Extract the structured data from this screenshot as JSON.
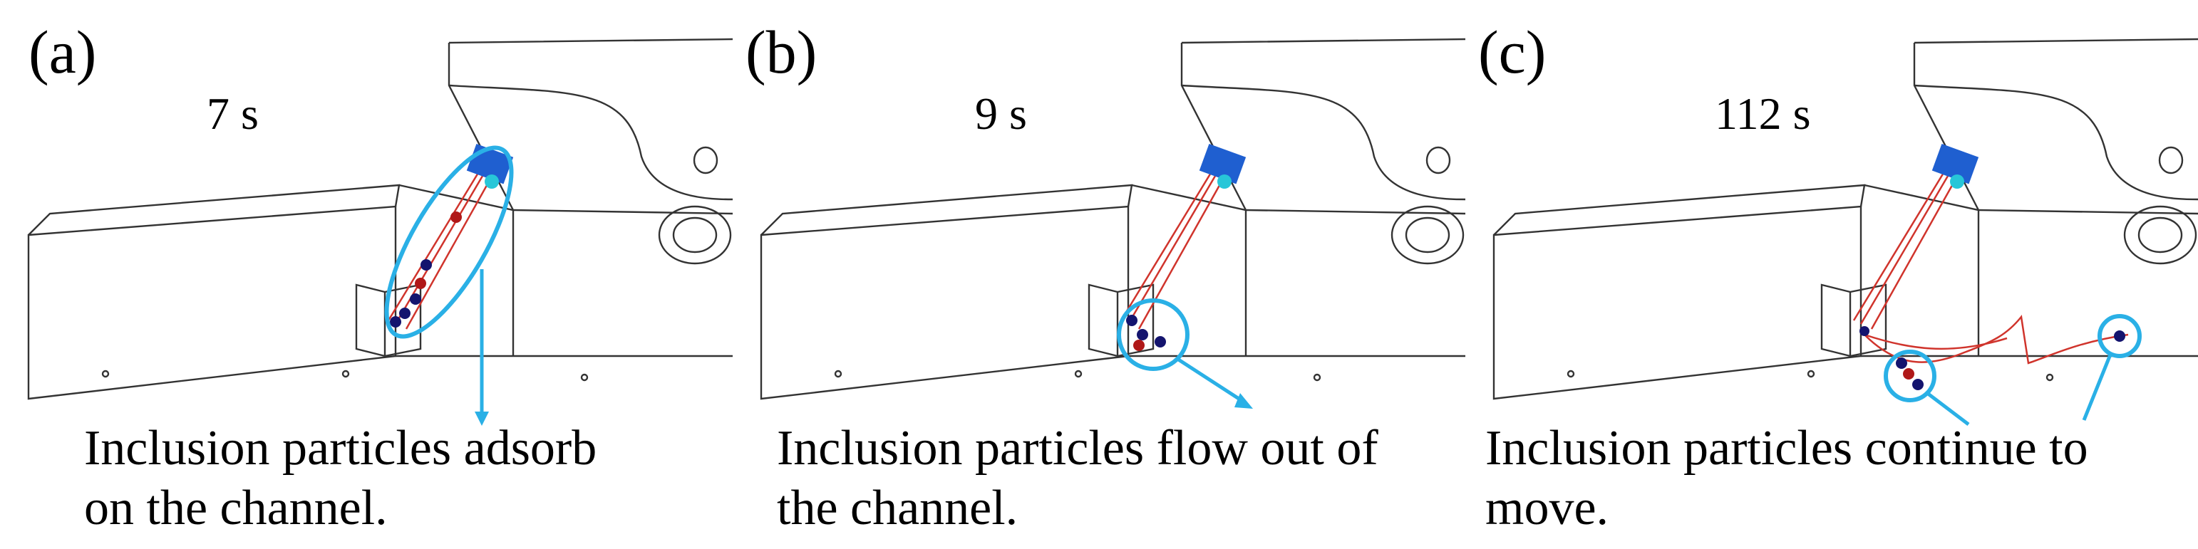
{
  "panels": [
    {
      "letter": "(a)",
      "time": "7 s",
      "caption_line1": "Inclusion particles adsorb",
      "caption_line2": "on the channel."
    },
    {
      "letter": "(b)",
      "time": "9 s",
      "caption_line1": "Inclusion particles flow out of",
      "caption_line2": "the channel."
    },
    {
      "letter": "(c)",
      "time": "112 s",
      "caption_line1": "Inclusion particles continue to",
      "caption_line2": "move."
    }
  ],
  "colors": {
    "outline": "#333333",
    "highlight": "#2ab0e6",
    "trajectory": "#d0342c",
    "particle_red": "#b01818",
    "particle_blue": "#14146e",
    "particle_cyan": "#27c6d8"
  }
}
